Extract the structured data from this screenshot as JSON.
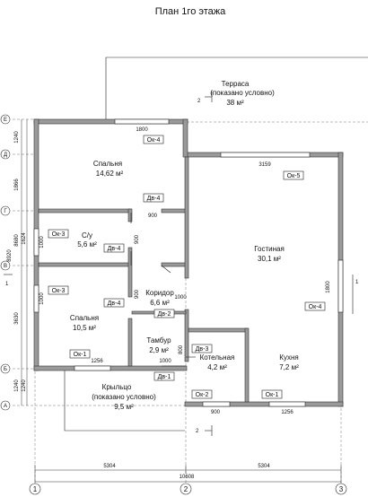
{
  "title": "План 1го этажа",
  "rooms": {
    "terrace": {
      "name": "Терраса",
      "note": "(показано условно)",
      "area": "38 м²"
    },
    "bedroom1": {
      "name": "Спальня",
      "area": "14,62 м²"
    },
    "bathroom": {
      "name": "С/у",
      "area": "5,6 м²"
    },
    "living": {
      "name": "Гостиная",
      "area": "30,1 м²"
    },
    "corridor": {
      "name": "Коридор",
      "area": "6,6 м²"
    },
    "bedroom2": {
      "name": "Спальня",
      "area": "10,5 м²"
    },
    "vestibule": {
      "name": "Тамбур",
      "area": "2,9 м²"
    },
    "boiler": {
      "name": "Котельная",
      "area": "4,2 м²"
    },
    "kitchen": {
      "name": "Кухня",
      "area": "7,2 м²"
    },
    "porch": {
      "name": "Крыльцо",
      "note": "(показано условно)",
      "area": "9,5 м²"
    }
  },
  "tags": {
    "ok4_top": "Ок-4",
    "ok5": "Ок-5",
    "dv4_top": "Дв-4",
    "ok3_upper": "Ок-3",
    "dv4_mid": "Дв-4",
    "ok3_lower": "Ок-3",
    "dv4_low": "Дв-4",
    "dv2": "Дв-2",
    "dv3": "Дв-3",
    "dv1": "Дв-1",
    "ok1_left": "Ок-1",
    "ok2": "Ок-2",
    "ok1_right": "Ок-1",
    "ok4_right": "Ок-4"
  },
  "dims": {
    "win_top": "1800",
    "win_living": "3159",
    "door_top": "900",
    "door_bath": "900",
    "win_bath": "1000",
    "door_corr": "900",
    "door_vest": "1000",
    "win_bed2": "1000",
    "door_boiler": "800",
    "door_entry": "1000",
    "win_bed2_bottom": "1256",
    "win_boiler": "900",
    "win_kitchen": "1256",
    "win_right": "1800",
    "span_left": "5304",
    "span_right": "5304",
    "span_total": "10608",
    "v_top": "1240",
    "v_1": "1866",
    "v_2": "1624",
    "v_3": "3630",
    "v_4": "1240",
    "v_5": "1240",
    "v_total": "8920",
    "v_total2": "8680"
  },
  "axes": {
    "rows": [
      "Е",
      "Д",
      "Г",
      "В",
      "Б",
      "А"
    ],
    "cols": [
      "1",
      "2",
      "3"
    ]
  },
  "section_marks": {
    "top": "2",
    "bottom": "2",
    "right_top": "1",
    "left": "1"
  }
}
